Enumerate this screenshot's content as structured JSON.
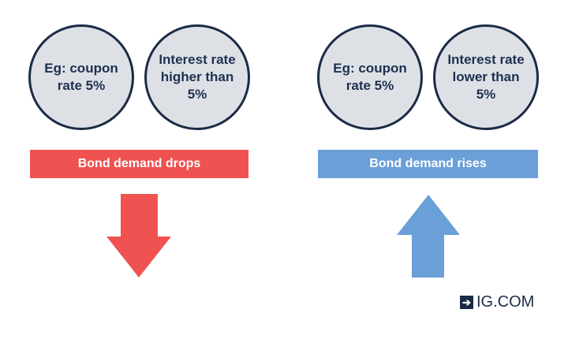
{
  "left": {
    "circles": [
      {
        "text": "Eg: coupon rate 5%"
      },
      {
        "text": "Interest rate higher than 5%"
      }
    ],
    "bar_label": "Bond demand drops",
    "color": "#f05252"
  },
  "right": {
    "circles": [
      {
        "text": "Eg: coupon rate 5%"
      },
      {
        "text": "Interest rate lower than 5%"
      }
    ],
    "bar_label": "Bond demand rises",
    "color": "#6a9fd8"
  },
  "logo": {
    "text": "IG.COM",
    "icon": "arrow-right-box-icon"
  }
}
